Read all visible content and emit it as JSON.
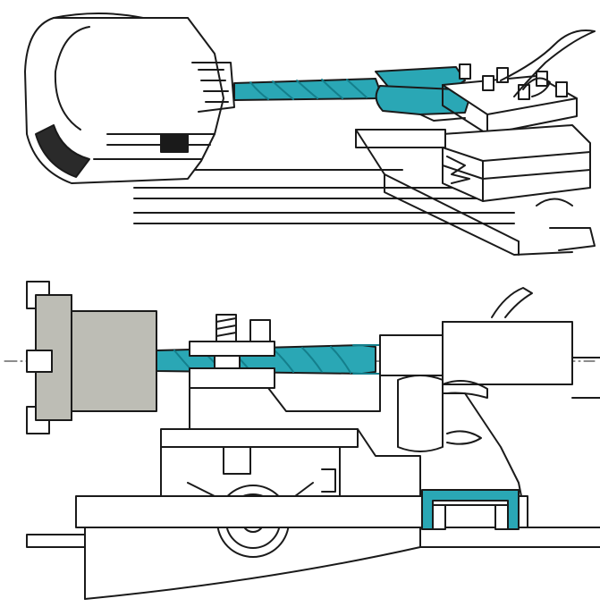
{
  "figure": {
    "panels": [
      {
        "id": "top",
        "view": "perspective"
      },
      {
        "id": "bottom",
        "view": "side elevation"
      }
    ],
    "colors": {
      "line": "#1a1a1a",
      "highlight": "#2aa7b5",
      "highlight_dark": "#147f8c",
      "chuck_fill": "#bdbdb5",
      "shade": "#2a2a2a",
      "paper": "#ffffff"
    }
  }
}
